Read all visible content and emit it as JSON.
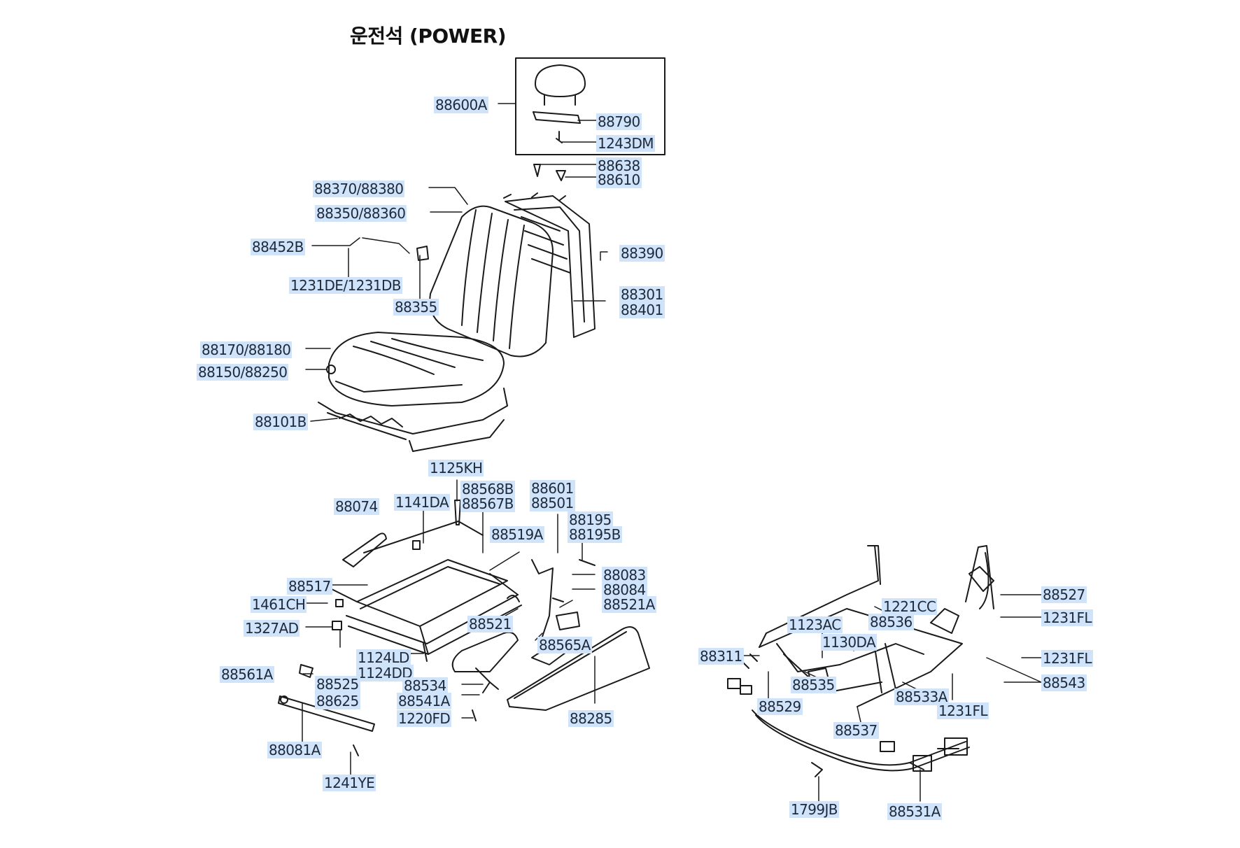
{
  "title": "운전석 (POWER)",
  "labels": [
    {
      "id": "p88600A",
      "text": "88600A"
    },
    {
      "id": "p88790",
      "text": "88790"
    },
    {
      "id": "p1243DM",
      "text": "1243DM"
    },
    {
      "id": "p88638",
      "text": "88638"
    },
    {
      "id": "p88610",
      "text": "88610"
    },
    {
      "id": "p88370",
      "text": "88370/88380"
    },
    {
      "id": "p88350",
      "text": "88350/88360"
    },
    {
      "id": "p88452B",
      "text": "88452B"
    },
    {
      "id": "p88390",
      "text": "88390"
    },
    {
      "id": "p1231DE",
      "text": "1231DE/1231DB"
    },
    {
      "id": "p88355",
      "text": "88355"
    },
    {
      "id": "p88301",
      "text": "88301"
    },
    {
      "id": "p88401",
      "text": "88401"
    },
    {
      "id": "p88170",
      "text": "88170/88180"
    },
    {
      "id": "p88150",
      "text": "88150/88250"
    },
    {
      "id": "p88101B",
      "text": "88101B"
    },
    {
      "id": "p1125KH",
      "text": "1125KH"
    },
    {
      "id": "p88568B",
      "text": "88568B"
    },
    {
      "id": "p88567B",
      "text": "88567B"
    },
    {
      "id": "p88601",
      "text": "88601"
    },
    {
      "id": "p88501",
      "text": "88501"
    },
    {
      "id": "p88074",
      "text": "88074"
    },
    {
      "id": "p1141DA",
      "text": "1141DA"
    },
    {
      "id": "p88195",
      "text": "88195"
    },
    {
      "id": "p88195B",
      "text": "88195B"
    },
    {
      "id": "p88519A",
      "text": "88519A"
    },
    {
      "id": "p88083",
      "text": "88083"
    },
    {
      "id": "p88084",
      "text": "88084"
    },
    {
      "id": "p88521A",
      "text": "88521A"
    },
    {
      "id": "p88517",
      "text": "88517"
    },
    {
      "id": "p1461CH",
      "text": "1461CH"
    },
    {
      "id": "p88521",
      "text": "88521"
    },
    {
      "id": "p1327AD",
      "text": "1327AD"
    },
    {
      "id": "p88565A",
      "text": "88565A"
    },
    {
      "id": "p1124LD",
      "text": "1124LD"
    },
    {
      "id": "p1124DD",
      "text": "1124DD"
    },
    {
      "id": "p88561A",
      "text": "88561A"
    },
    {
      "id": "p88525",
      "text": "88525"
    },
    {
      "id": "p88625",
      "text": "88625"
    },
    {
      "id": "p88534",
      "text": "88534"
    },
    {
      "id": "p88541A",
      "text": "88541A"
    },
    {
      "id": "p1220FD",
      "text": "1220FD"
    },
    {
      "id": "p88285",
      "text": "88285"
    },
    {
      "id": "p88081A",
      "text": "88081A"
    },
    {
      "id": "p1241YE",
      "text": "1241YE"
    },
    {
      "id": "p88527",
      "text": "88527"
    },
    {
      "id": "p1221CC",
      "text": "1221CC"
    },
    {
      "id": "p88536",
      "text": "88536"
    },
    {
      "id": "p1231FL1",
      "text": "1231FL"
    },
    {
      "id": "p1123AC",
      "text": "1123AC"
    },
    {
      "id": "p1130DA",
      "text": "1130DA"
    },
    {
      "id": "p88311",
      "text": "88311"
    },
    {
      "id": "p1231FL2",
      "text": "1231FL"
    },
    {
      "id": "p88543",
      "text": "88543"
    },
    {
      "id": "p88535",
      "text": "88535"
    },
    {
      "id": "p88533A",
      "text": "88533A"
    },
    {
      "id": "p88529",
      "text": "88529"
    },
    {
      "id": "p1231FL3",
      "text": "1231FL"
    },
    {
      "id": "p88537",
      "text": "88537"
    },
    {
      "id": "p1799JB",
      "text": "1799JB"
    },
    {
      "id": "p88531A",
      "text": "88531A"
    }
  ]
}
